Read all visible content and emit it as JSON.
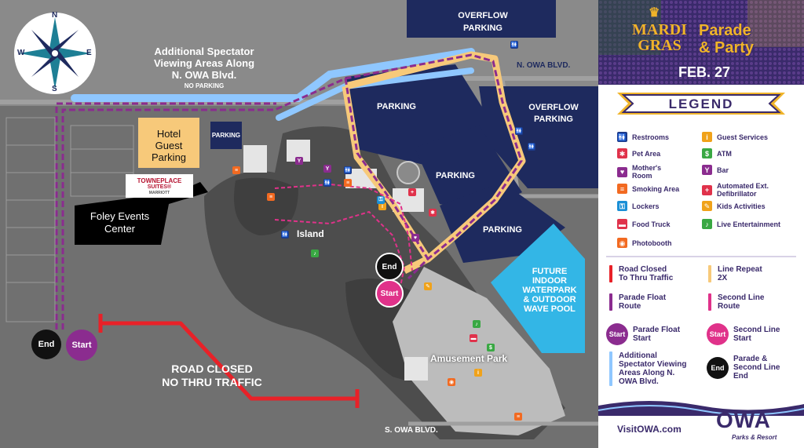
{
  "map": {
    "spectator_areas_title": "Additional Spectator\nViewing Areas Along\nN. OWA Blvd.",
    "no_parking": "NO PARKING",
    "overflow_parking_top": "OVERFLOW\nPARKING",
    "parking_main": "PARKING",
    "overflow_parking_right": "OVERFLOW\nPARKING",
    "parking_middle": "PARKING",
    "parking_lower": "PARKING",
    "parking_small": "PARKING",
    "n_owa_blvd": "N. OWA BLVD.",
    "s_owa_blvd": "S. OWA BLVD.",
    "hotel_parking": "Hotel\nGuest\nParking",
    "towneplace_brand": "TOWNEPLACE",
    "towneplace_suites": "SUITES®",
    "towneplace_marriott": "MARRIOTT",
    "foley_events": "Foley Events\nCenter",
    "island": "Island",
    "amusement_park": "Amusement Park",
    "future_waterpark": "FUTURE\nINDOOR\nWATERPARK\n& OUTDOOR\nWAVE POOL",
    "road_closed": "ROAD CLOSED\nNO THRU TRAFFIC",
    "end_label": "End",
    "start_label": "Start",
    "compass": {
      "n": "N",
      "s": "S",
      "e": "E",
      "w": "W"
    }
  },
  "header": {
    "mardi_gras": "MARDI\nGRAS",
    "parade_party": "Parade\n& Party",
    "date": "FEB. 27"
  },
  "legend": {
    "title": "LEGEND",
    "amenities": [
      {
        "icon": "restroom-icon",
        "glyph": "🚻",
        "label": "Restrooms",
        "color": "#1d3a8a"
      },
      {
        "icon": "pet-area-icon",
        "glyph": "✱",
        "label": "Pet Area",
        "color": "#e0324b"
      },
      {
        "icon": "mothers-room-icon",
        "glyph": "♥",
        "label": "Mother's\nRoom",
        "color": "#8b2c8f"
      },
      {
        "icon": "smoking-area-icon",
        "glyph": "≡",
        "label": "Smoking Area",
        "color": "#f26a21"
      },
      {
        "icon": "lockers-icon",
        "glyph": "⚿",
        "label": "Lockers",
        "color": "#1a8fd6"
      },
      {
        "icon": "food-truck-icon",
        "glyph": "▬",
        "label": "Food Truck",
        "color": "#e0324b"
      },
      {
        "icon": "photobooth-icon",
        "glyph": "◉",
        "label": "Photobooth",
        "color": "#f26a21"
      },
      {
        "icon": "guest-services-icon",
        "glyph": "i",
        "label": "Guest Services",
        "color": "#f0a21a"
      },
      {
        "icon": "atm-icon",
        "glyph": "$",
        "label": "ATM",
        "color": "#39a843"
      },
      {
        "icon": "bar-icon",
        "glyph": "Y",
        "label": "Bar",
        "color": "#8b2c8f"
      },
      {
        "icon": "defibrillator-icon",
        "glyph": "+",
        "label": "Automated Ext.\nDefibrillator",
        "color": "#e0324b"
      },
      {
        "icon": "kids-activities-icon",
        "glyph": "✎",
        "label": "Kids Activities",
        "color": "#f0a21a"
      },
      {
        "icon": "live-entertainment-icon",
        "glyph": "♪",
        "label": "Live Entertainment",
        "color": "#39a843"
      }
    ],
    "routes": [
      {
        "label": "Road Closed\nTo Thru Traffic",
        "color": "#e82128"
      },
      {
        "label": "Line Repeat\n2X",
        "color": "#f7c97a"
      },
      {
        "label": "Parade Float\nRoute",
        "color": "#8b2c8f"
      },
      {
        "label": "Second Line\nRoute",
        "color": "#e0328a"
      },
      {
        "label": "Parade Float\nStart",
        "badge": "Start",
        "color": "#8b2c8f"
      },
      {
        "label": "Second Line\nStart",
        "badge": "Start",
        "color": "#e0328a"
      },
      {
        "label": "Additional\nSpectator Viewing\nAreas Along N.\nOWA Blvd.",
        "color": "#8fc7ff"
      },
      {
        "label": "Parade &\nSecond Line\nEnd",
        "badge": "End",
        "color": "#111111"
      }
    ]
  },
  "footer": {
    "url": "VisitOWA.com",
    "logo": "OWA",
    "logo_sub": "Parks & Resort"
  },
  "colors": {
    "navy": "#1e2a5e",
    "purple": "#3a2a6b",
    "waterpark": "#33b6e6",
    "hotel": "#f7c97a",
    "road_closed": "#e82128"
  }
}
